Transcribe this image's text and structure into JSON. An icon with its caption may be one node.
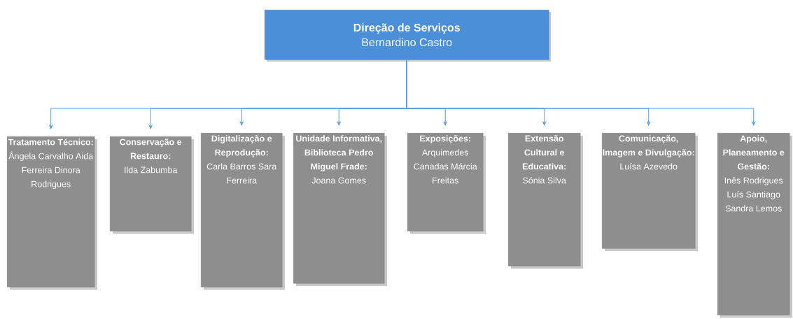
{
  "diagram": {
    "nodes": [
      {
        "text": [
          "Direção de Serviços",
          "Bernardino Castro"
        ]
      },
      {
        "text": [
          "Tratamento Técnico:",
          "Ângela Carvalho Aida Ferreira Dinora Rodrigues"
        ]
      },
      {
        "text": [
          "Conservação e Restauro:",
          "Ilda Zabumba"
        ]
      },
      {
        "text": [
          "Digitalização e Reprodução:",
          "Carla Barros Sara Ferreira"
        ]
      },
      {
        "text": [
          "Unidade Informativa, Biblioteca Pedro Miguel Frade:",
          "Joana Gomes"
        ]
      },
      {
        "text": [
          "Exposições:",
          "Arquimedes Canadas Márcia Freitas"
        ]
      },
      {
        "text": [
          "Extensão Cultural e Educativa:",
          "Sónia Silva"
        ]
      },
      {
        "text": [
          "Comunicação, Imagem e Divulgação:",
          "Luísa Azevedo"
        ]
      },
      {
        "text": [
          "Apoio, Planeamento e Gestão:",
          "Inês Rodrigues Luís Santiago Sandra Lemos"
        ]
      }
    ],
    "edges": [
      {
        "from": 0,
        "to": 1,
        "arrow": "to"
      },
      {
        "from": 0,
        "to": 2,
        "arrow": "to"
      },
      {
        "from": 0,
        "to": 3,
        "arrow": "to"
      },
      {
        "from": 0,
        "to": 4,
        "arrow": "to"
      },
      {
        "from": 0,
        "to": 5,
        "arrow": "to"
      },
      {
        "from": 0,
        "to": 6,
        "arrow": "to"
      },
      {
        "from": 0,
        "to": 7,
        "arrow": "to"
      },
      {
        "from": 0,
        "to": 8,
        "arrow": "to"
      }
    ]
  }
}
